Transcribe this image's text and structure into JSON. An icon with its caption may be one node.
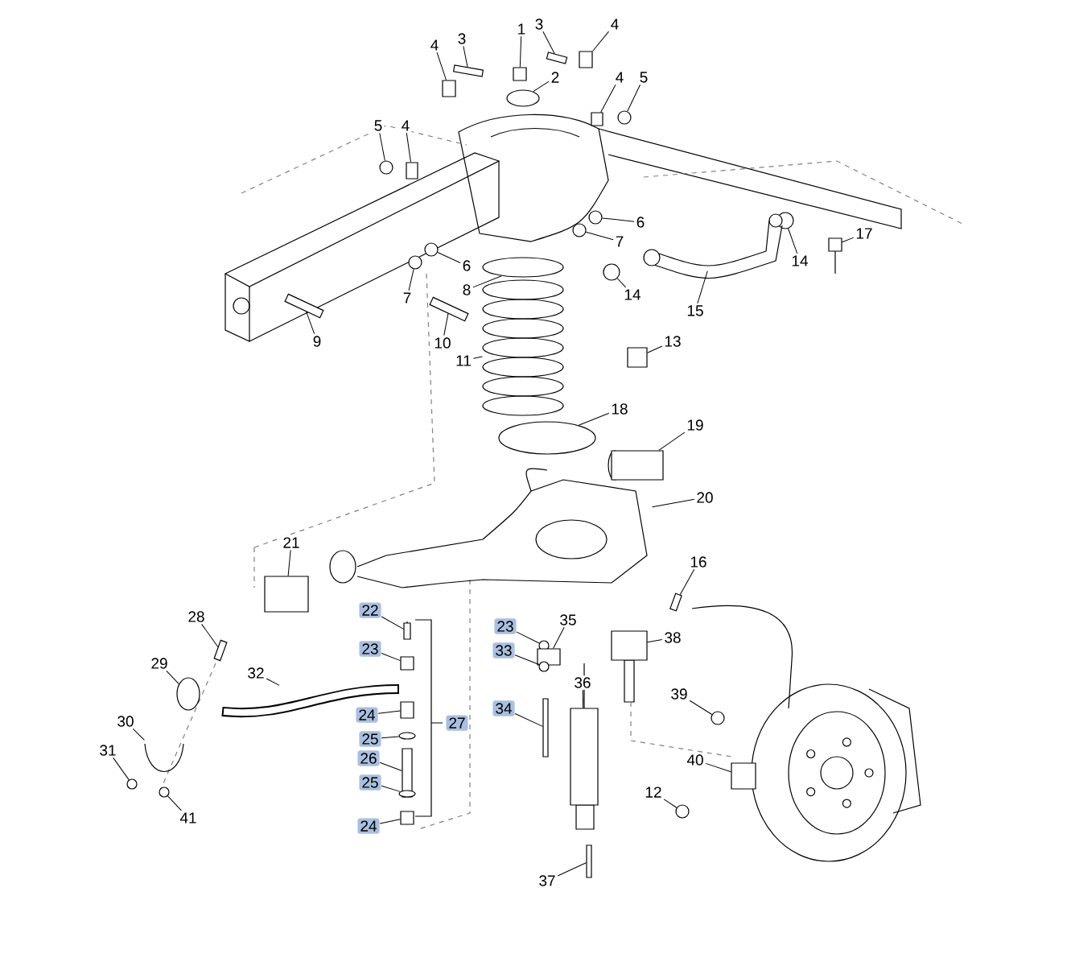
{
  "diagram": {
    "nodes": [
      {
        "text": [
          "1"
        ]
      },
      {
        "text": [
          "3"
        ]
      },
      {
        "text": [
          "4"
        ]
      },
      {
        "text": [
          "3"
        ]
      },
      {
        "text": [
          "4"
        ]
      },
      {
        "text": [
          "2"
        ]
      },
      {
        "text": [
          "4"
        ]
      },
      {
        "text": [
          "5"
        ]
      },
      {
        "text": [
          "5"
        ]
      },
      {
        "text": [
          "4"
        ]
      },
      {
        "text": [
          "6"
        ]
      },
      {
        "text": [
          "7"
        ]
      },
      {
        "text": [
          "17"
        ]
      },
      {
        "text": [
          "14"
        ]
      },
      {
        "text": [
          "6"
        ]
      },
      {
        "text": [
          "8"
        ]
      },
      {
        "text": [
          "14"
        ]
      },
      {
        "text": [
          "7"
        ]
      },
      {
        "text": [
          "15"
        ]
      },
      {
        "text": [
          "9"
        ]
      },
      {
        "text": [
          "10"
        ]
      },
      {
        "text": [
          "13"
        ]
      },
      {
        "text": [
          "11"
        ]
      },
      {
        "text": [
          "18"
        ]
      },
      {
        "text": [
          "19"
        ]
      },
      {
        "text": [
          "20"
        ]
      },
      {
        "text": [
          "21"
        ]
      },
      {
        "text": [
          "16"
        ]
      },
      {
        "text": [
          "22"
        ]
      },
      {
        "text": [
          "28"
        ]
      },
      {
        "text": [
          "23"
        ]
      },
      {
        "text": [
          "35"
        ]
      },
      {
        "text": [
          "38"
        ]
      },
      {
        "text": [
          "23"
        ]
      },
      {
        "text": [
          "33"
        ]
      },
      {
        "text": [
          "29"
        ]
      },
      {
        "text": [
          "32"
        ]
      },
      {
        "text": [
          "36"
        ]
      },
      {
        "text": [
          "39"
        ]
      },
      {
        "text": [
          "34"
        ]
      },
      {
        "text": [
          "24"
        ]
      },
      {
        "text": [
          "30"
        ]
      },
      {
        "text": [
          "25"
        ]
      },
      {
        "text": [
          "31"
        ]
      },
      {
        "text": [
          "26"
        ]
      },
      {
        "text": [
          "40"
        ]
      },
      {
        "text": [
          "25"
        ]
      },
      {
        "text": [
          "12"
        ]
      },
      {
        "text": [
          "41"
        ]
      },
      {
        "text": [
          "24"
        ]
      },
      {
        "text": [
          "37"
        ]
      },
      {
        "text": [],
        "shape": "box"
      },
      {
        "text": [],
        "shape": "box"
      },
      {
        "text": [],
        "shape": "box"
      },
      {
        "text": [],
        "shape": "box"
      },
      {
        "text": [],
        "shape": "box"
      },
      {
        "text": [],
        "shape": "ellipse"
      },
      {
        "text": [],
        "shape": "box"
      },
      {
        "text": [],
        "shape": "circle"
      },
      {
        "text": [],
        "shape": "circle"
      },
      {
        "text": [],
        "shape": "box"
      },
      {
        "text": [],
        "shape": "circle"
      },
      {
        "text": [],
        "shape": "circle"
      },
      {
        "text": [],
        "shape": "box"
      },
      {
        "text": [],
        "shape": "circle"
      },
      {
        "text": [],
        "shape": "circle"
      },
      {
        "text": [],
        "shape": "ellipse"
      },
      {
        "text": [],
        "shape": "circle"
      },
      {
        "text": [],
        "shape": "circle"
      },
      {
        "text": [],
        "shape": "picture"
      },
      {
        "text": [],
        "shape": "box"
      },
      {
        "text": [],
        "shape": "box"
      },
      {
        "text": [],
        "shape": "box"
      },
      {
        "text": [],
        "shape": "picture"
      },
      {
        "text": [],
        "shape": "ellipse"
      },
      {
        "text": [],
        "shape": "box"
      },
      {
        "text": [],
        "shape": "picture"
      },
      {
        "text": [],
        "shape": "box"
      },
      {
        "text": [],
        "shape": "box"
      },
      {
        "text": [],
        "shape": "box"
      },
      {
        "text": [],
        "shape": "box"
      },
      {
        "text": [],
        "shape": "circle"
      },
      {
        "text": [],
        "shape": "box"
      },
      {
        "text": [],
        "shape": "box"
      },
      {
        "text": [],
        "shape": "box"
      },
      {
        "text": [],
        "shape": "circle"
      },
      {
        "text": [],
        "shape": "ellipse"
      },
      {
        "text": [],
        "shape": "picture"
      },
      {
        "text": [],
        "shape": "box"
      },
      {
        "text": [],
        "shape": "circle"
      },
      {
        "text": [],
        "shape": "box"
      },
      {
        "text": [],
        "shape": "box"
      },
      {
        "text": [],
        "shape": "picture"
      },
      {
        "text": [],
        "shape": "ellipse"
      },
      {
        "text": [],
        "shape": "circle"
      },
      {
        "text": [],
        "shape": "box"
      },
      {
        "text": [],
        "shape": "box"
      },
      {
        "text": [],
        "shape": "ellipse"
      },
      {
        "text": [],
        "shape": "circle"
      },
      {
        "text": [],
        "shape": "circle"
      },
      {
        "text": [],
        "shape": "box"
      },
      {
        "text": [],
        "shape": "box"
      }
    ],
    "edges": [
      {
        "from": 0,
        "to": 51,
        "arrow": "none"
      },
      {
        "from": 1,
        "to": 52,
        "arrow": "none"
      },
      {
        "from": 2,
        "to": 53,
        "arrow": "none"
      },
      {
        "from": 3,
        "to": 54,
        "arrow": "none"
      },
      {
        "from": 4,
        "to": 55,
        "arrow": "none"
      },
      {
        "from": 5,
        "to": 56,
        "arrow": "none"
      },
      {
        "from": 6,
        "to": 57,
        "arrow": "none"
      },
      {
        "from": 7,
        "to": 58,
        "arrow": "none"
      },
      {
        "from": 8,
        "to": 59,
        "arrow": "none"
      },
      {
        "from": 9,
        "to": 60,
        "arrow": "none"
      },
      {
        "from": 10,
        "to": 61,
        "arrow": "none"
      },
      {
        "from": 11,
        "to": 62,
        "arrow": "none"
      },
      {
        "from": 12,
        "to": 63,
        "arrow": "none"
      },
      {
        "from": 13,
        "to": 64,
        "arrow": "none"
      },
      {
        "from": 14,
        "to": 65,
        "arrow": "none"
      },
      {
        "from": 15,
        "to": 66,
        "arrow": "none"
      },
      {
        "from": 16,
        "to": 67,
        "arrow": "none"
      },
      {
        "from": 17,
        "to": 68,
        "arrow": "none"
      },
      {
        "from": 18,
        "to": 69,
        "arrow": "none"
      },
      {
        "from": 19,
        "to": 70,
        "arrow": "none"
      },
      {
        "from": 20,
        "to": 71,
        "arrow": "none"
      },
      {
        "from": 21,
        "to": 72,
        "arrow": "none"
      },
      {
        "from": 22,
        "to": 73,
        "arrow": "none"
      },
      {
        "from": 23,
        "to": 74,
        "arrow": "none"
      },
      {
        "from": 24,
        "to": 75,
        "arrow": "none"
      },
      {
        "from": 25,
        "to": 76,
        "arrow": "none"
      },
      {
        "from": 26,
        "to": 77,
        "arrow": "none"
      },
      {
        "from": 27,
        "to": 78,
        "arrow": "none"
      },
      {
        "from": 28,
        "to": 79,
        "arrow": "none"
      },
      {
        "from": 29,
        "to": 80,
        "arrow": "none"
      },
      {
        "from": 30,
        "to": 81,
        "arrow": "none"
      },
      {
        "from": 31,
        "to": 82,
        "arrow": "none"
      },
      {
        "from": 32,
        "to": 83,
        "arrow": "none"
      },
      {
        "from": 33,
        "to": 84,
        "arrow": "none"
      },
      {
        "from": 34,
        "to": 85,
        "arrow": "none"
      },
      {
        "from": 35,
        "to": 86,
        "arrow": "none"
      },
      {
        "from": 36,
        "to": 87,
        "arrow": "none"
      },
      {
        "from": 37,
        "to": 88,
        "arrow": "none"
      },
      {
        "from": 38,
        "to": 89,
        "arrow": "none"
      },
      {
        "from": 39,
        "to": 90,
        "arrow": "none"
      },
      {
        "from": 40,
        "to": 91,
        "arrow": "none"
      },
      {
        "from": 41,
        "to": 92,
        "arrow": "none"
      },
      {
        "from": 42,
        "to": 93,
        "arrow": "none"
      },
      {
        "from": 43,
        "to": 94,
        "arrow": "none"
      },
      {
        "from": 44,
        "to": 95,
        "arrow": "none"
      },
      {
        "from": 45,
        "to": 96,
        "arrow": "none"
      },
      {
        "from": 46,
        "to": 97,
        "arrow": "none"
      },
      {
        "from": 47,
        "to": 98,
        "arrow": "none"
      },
      {
        "from": 48,
        "to": 99,
        "arrow": "none"
      },
      {
        "from": 49,
        "to": 100,
        "arrow": "none"
      },
      {
        "from": 50,
        "to": 101,
        "arrow": "none"
      }
    ],
    "labels": [
      "27"
    ]
  }
}
